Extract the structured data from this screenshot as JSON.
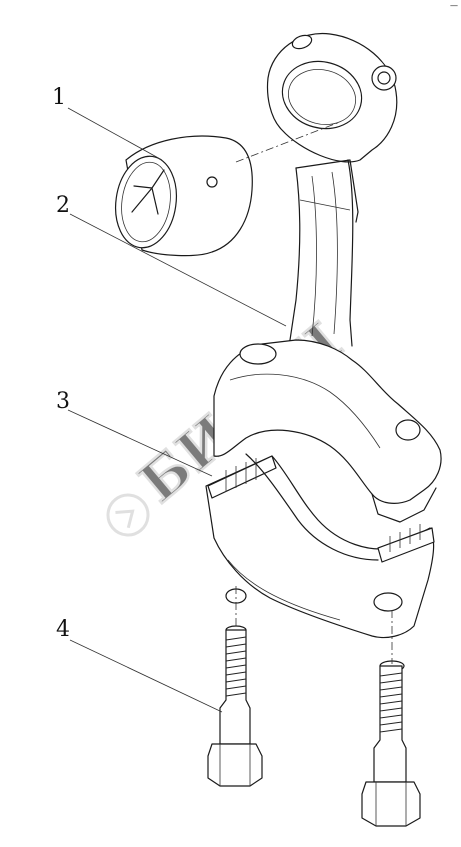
{
  "callouts": [
    {
      "label": "1"
    },
    {
      "label": "2"
    },
    {
      "label": "3"
    },
    {
      "label": "4"
    }
  ],
  "corner_mark": "—",
  "watermark": "БИЗОН",
  "colors": {
    "ink": "#1a1a1a",
    "background": "#ffffff",
    "watermark": "#c8c8c8"
  }
}
